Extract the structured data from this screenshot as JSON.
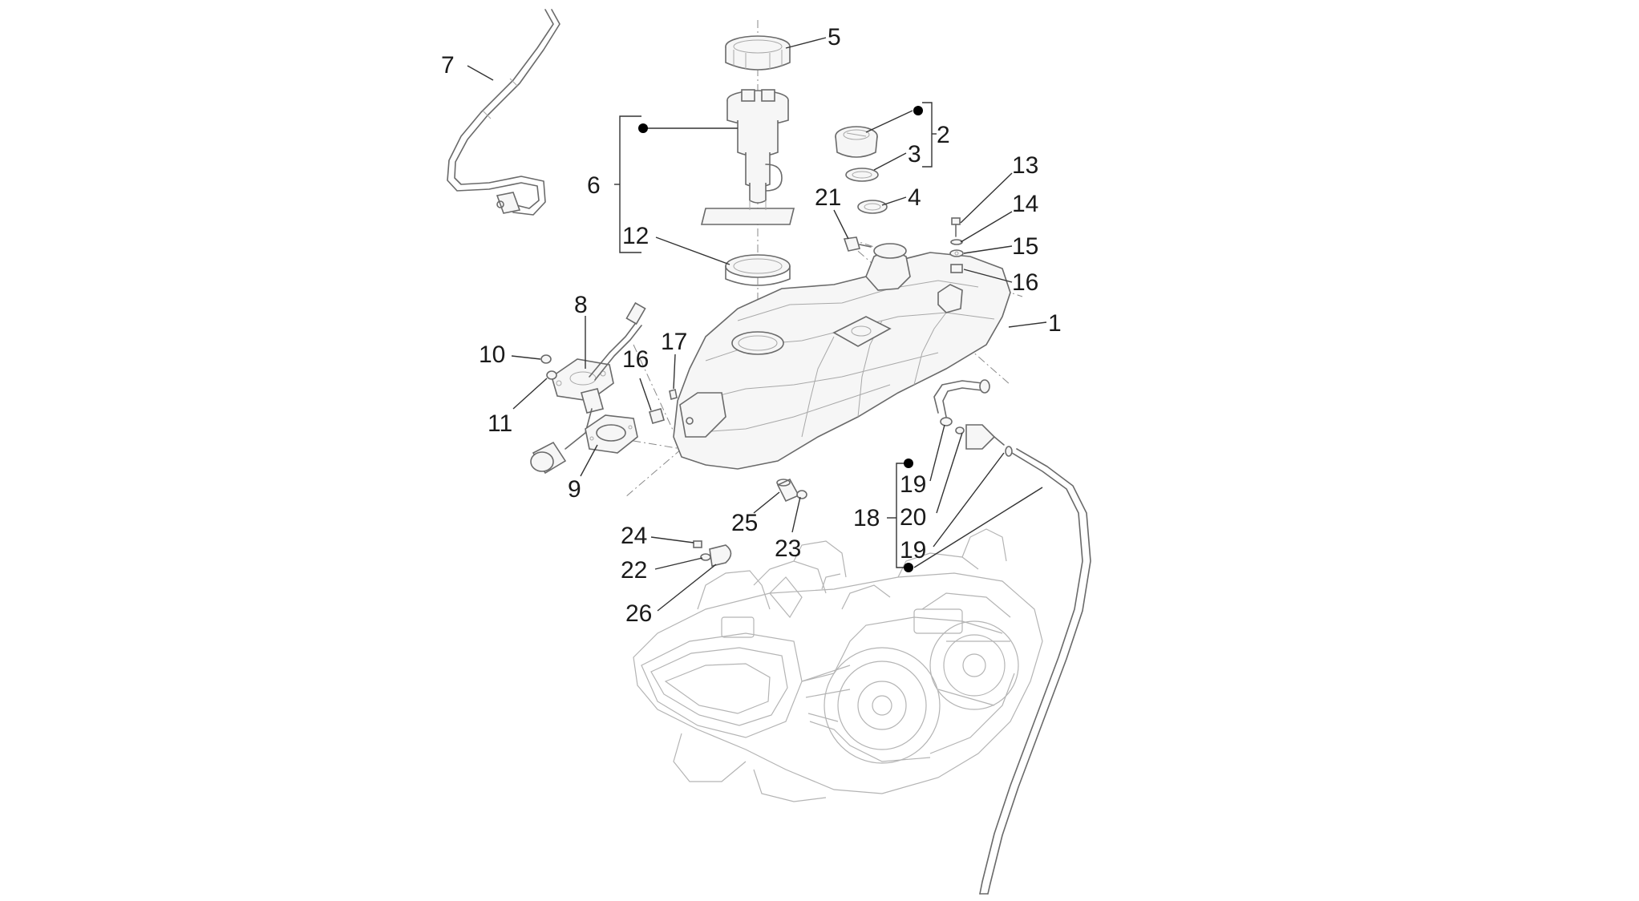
{
  "callouts": [
    {
      "id": "c1",
      "label": "1"
    },
    {
      "id": "c2",
      "label": "2"
    },
    {
      "id": "c3",
      "label": "3"
    },
    {
      "id": "c4",
      "label": "4"
    },
    {
      "id": "c5",
      "label": "5"
    },
    {
      "id": "c6",
      "label": "6"
    },
    {
      "id": "c7",
      "label": "7"
    },
    {
      "id": "c8",
      "label": "8"
    },
    {
      "id": "c9",
      "label": "9"
    },
    {
      "id": "c10",
      "label": "10"
    },
    {
      "id": "c11",
      "label": "11"
    },
    {
      "id": "c12",
      "label": "12"
    },
    {
      "id": "c13",
      "label": "13"
    },
    {
      "id": "c14",
      "label": "14"
    },
    {
      "id": "c15",
      "label": "15"
    },
    {
      "id": "c16a",
      "label": "16"
    },
    {
      "id": "c16b",
      "label": "16"
    },
    {
      "id": "c17",
      "label": "17"
    },
    {
      "id": "c18",
      "label": "18"
    },
    {
      "id": "c19a",
      "label": "19"
    },
    {
      "id": "c19b",
      "label": "19"
    },
    {
      "id": "c20",
      "label": "20"
    },
    {
      "id": "c21",
      "label": "21"
    },
    {
      "id": "c22",
      "label": "22"
    },
    {
      "id": "c23",
      "label": "23"
    },
    {
      "id": "c24",
      "label": "24"
    },
    {
      "id": "c25",
      "label": "25"
    },
    {
      "id": "c26",
      "label": "26"
    }
  ],
  "colors": {
    "line": "#6a6a6a",
    "text": "#1a1a1a",
    "background": "#ffffff"
  }
}
